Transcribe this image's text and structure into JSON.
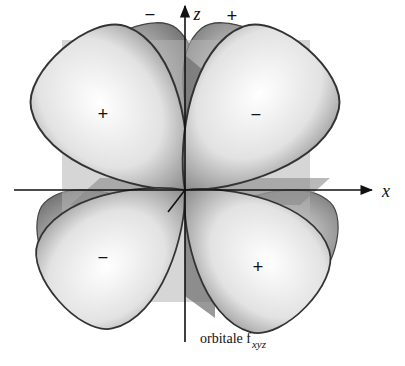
{
  "diagram": {
    "caption": "orbitale f",
    "labels": [
      "z",
      "x",
      "−",
      "+",
      "+",
      "−",
      "−",
      "+",
      "xyz"
    ]
  }
}
